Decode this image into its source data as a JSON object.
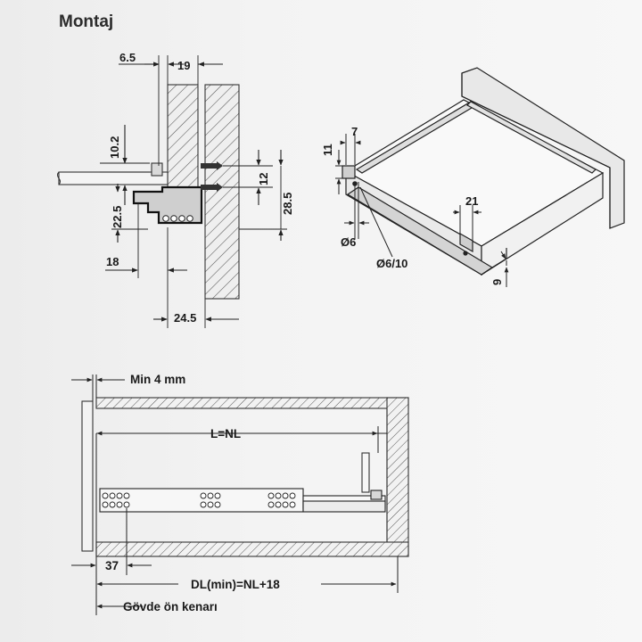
{
  "title": "Montaj",
  "section_view": {
    "dims": {
      "d6_5": "6.5",
      "d19": "19",
      "d10_2": "10.2",
      "d12": "12",
      "d28_5": "28.5",
      "d22_5": "22.5",
      "d18": "18",
      "d24_5": "24.5"
    }
  },
  "iso_view": {
    "dims": {
      "d7": "7",
      "d11": "11",
      "d_phi6": "Ø6",
      "d_phi6_10": "Ø6/10",
      "d21": "21",
      "d9": "9"
    }
  },
  "plan_view": {
    "dims": {
      "min4": "Min 4 mm",
      "l_nl": "L=NL",
      "d37": "37",
      "dl_min": "DL(min)=NL+18",
      "front_edge": "Gövde ön kenarı"
    }
  }
}
